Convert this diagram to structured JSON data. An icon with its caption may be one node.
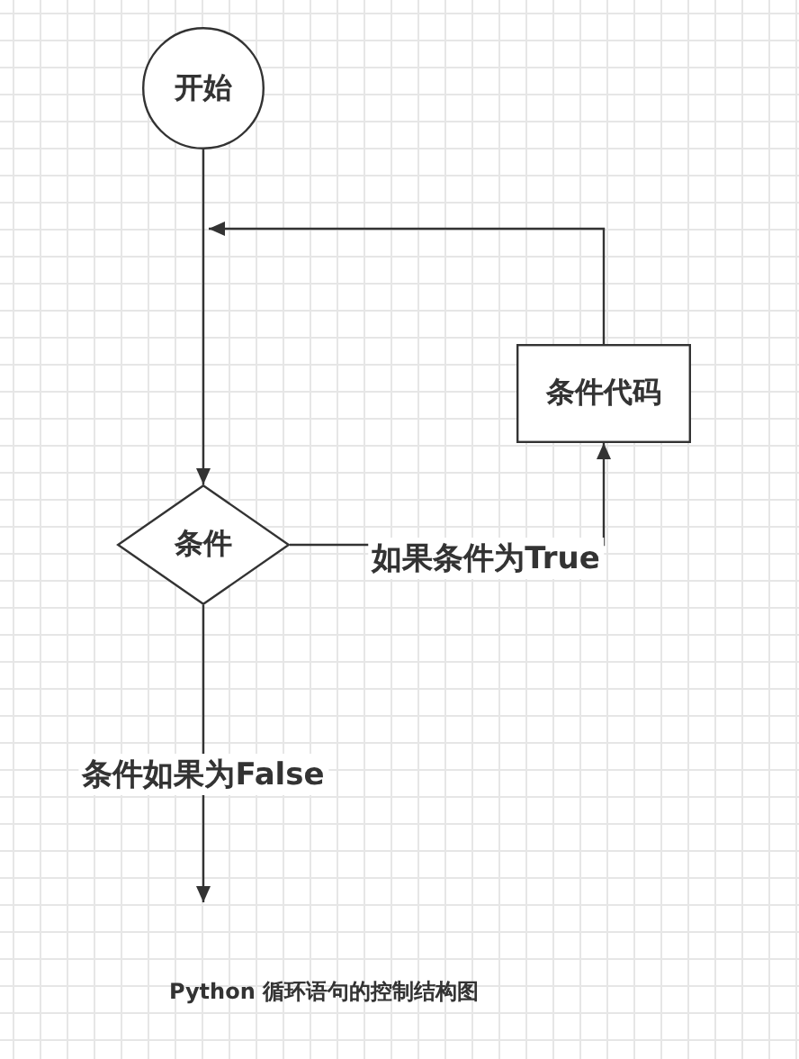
{
  "diagram": {
    "caption": "Python 循环语句的控制结构图",
    "nodes": [
      {
        "text": [
          "开始"
        ]
      },
      {
        "text": [
          "条件"
        ]
      },
      {
        "text": [
          "条件代码"
        ]
      }
    ],
    "edges": [
      {
        "from": 0,
        "to": 1,
        "arrow": "to"
      },
      {
        "from": 1,
        "to": 2,
        "arrow": "to",
        "label": "如果条件为True"
      },
      {
        "from": 2,
        "to": null,
        "arrow": "to"
      },
      {
        "from": 1,
        "to": null,
        "arrow": "to",
        "label": "条件如果为False"
      }
    ]
  }
}
